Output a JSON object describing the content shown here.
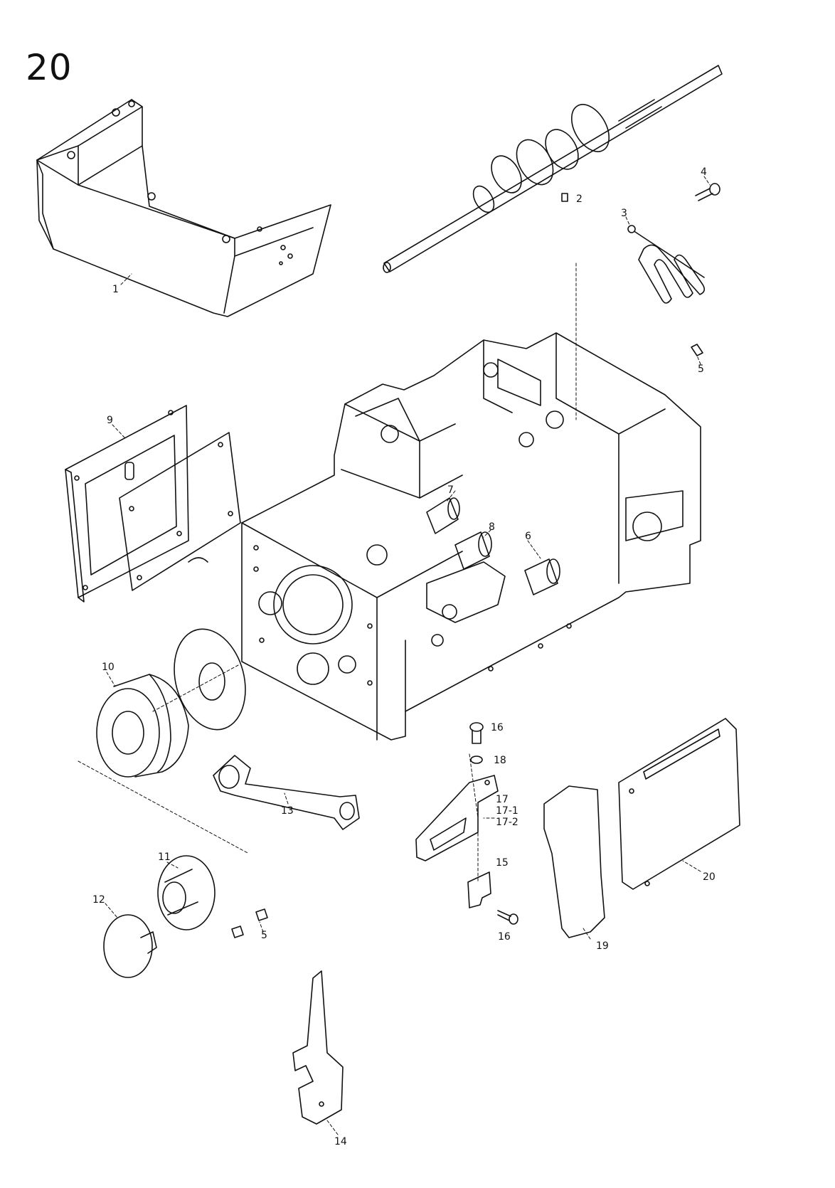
{
  "figure": {
    "number": "20"
  },
  "callouts": {
    "c1": "1",
    "c2": "2",
    "c3": "3",
    "c4": "4",
    "c5a": "5",
    "c5b": "5",
    "c6": "6",
    "c7": "7",
    "c8": "8",
    "c9": "9",
    "c10": "10",
    "c11": "11",
    "c12": "12",
    "c13": "13",
    "c14": "14",
    "c15": "15",
    "c16a": "16",
    "c16b": "16",
    "c17": "17",
    "c17_1": "17-1",
    "c17_2": "17-2",
    "c18": "18",
    "c19": "19",
    "c20": "20"
  }
}
